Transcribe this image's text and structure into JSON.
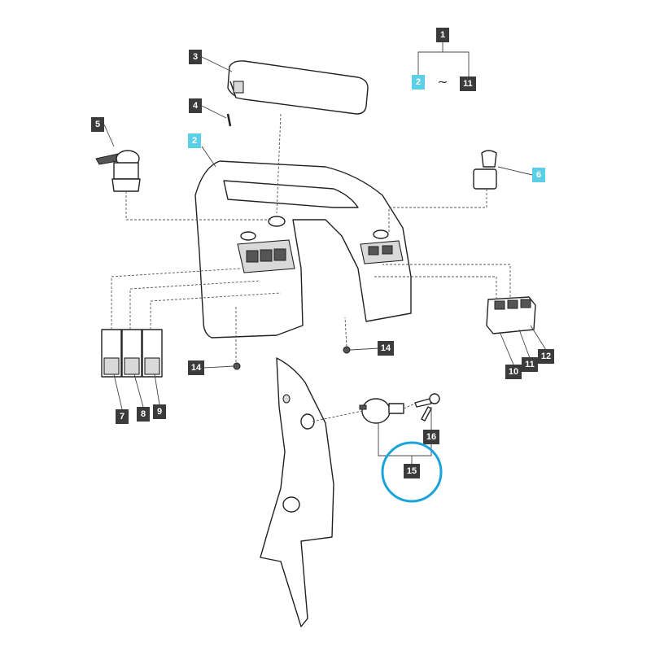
{
  "callouts": {
    "c1": "1",
    "c2_top": "2",
    "tilde": "~",
    "c11_top": "11",
    "c3": "3",
    "c4": "4",
    "c5": "5",
    "c2": "2",
    "c6": "6",
    "c14_left": "14",
    "c14_right": "14",
    "c7": "7",
    "c8": "8",
    "c9": "9",
    "c10": "10",
    "c11": "11",
    "c12": "12",
    "c16": "16",
    "c15": "15"
  },
  "colors": {
    "label_bg": "#3b3b3b",
    "highlight_label_bg": "#5bcfe5",
    "highlight_circle": "#1ba3dc"
  },
  "highlighted_callouts": [
    "2",
    "6"
  ],
  "circled_callout": "15"
}
